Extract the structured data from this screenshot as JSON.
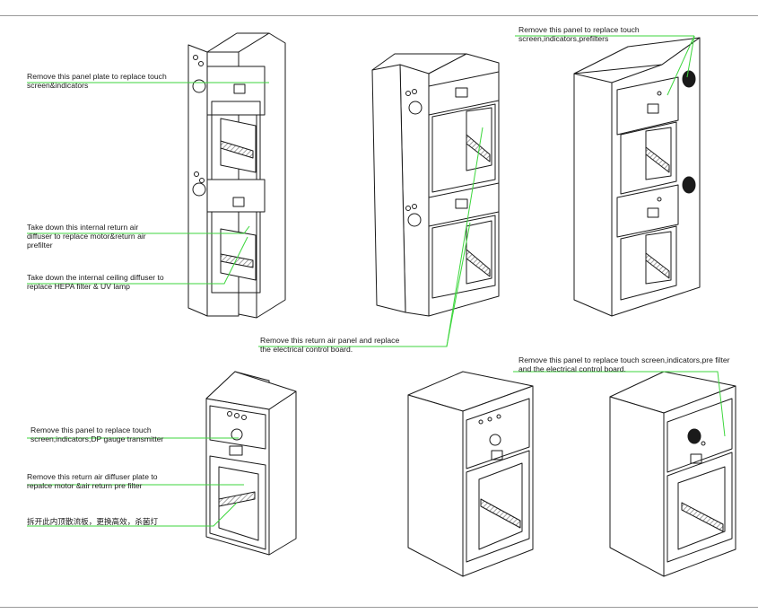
{
  "annotations": [
    {
      "id": "a1",
      "text": "Remove this panel plate to replace touch\nscreen&indicators"
    },
    {
      "id": "a2",
      "text": "Take down this internal return air\ndiffuser to replace motor&return air\nprefilter"
    },
    {
      "id": "a3",
      "text": "Take down the internal ceiling diffuser to\nreplace HEPA filter & UV lamp"
    },
    {
      "id": "a4",
      "text": "Remove this panel to replace touch\nscreen,indicators,prefilters"
    },
    {
      "id": "a5",
      "text": "Remove this return air panel and replace\nthe electrical control board."
    },
    {
      "id": "a6",
      "text": "Remove this panel to replace touch screen,indicators,pre filter\nand the electrical control board."
    },
    {
      "id": "a7",
      "text": "Remove this panel to replace touch\nscreen,indicators,DP gauge transmitter"
    },
    {
      "id": "a8",
      "text": "Remove this return air diffuser plate to\nrepalce motor &air return pre filter"
    },
    {
      "id": "a9",
      "text": "拆开此内顶散流板，更换高效，杀菌灯"
    }
  ],
  "colors": {
    "leader_line": "#3cd63c",
    "outline": "#1a1a1a",
    "filter_strip": "#1a1a1a",
    "rule": "#9a9a9a"
  },
  "icons": [
    "vent-grille-icon",
    "indicator-dot-icon",
    "touch-screen-icon"
  ]
}
